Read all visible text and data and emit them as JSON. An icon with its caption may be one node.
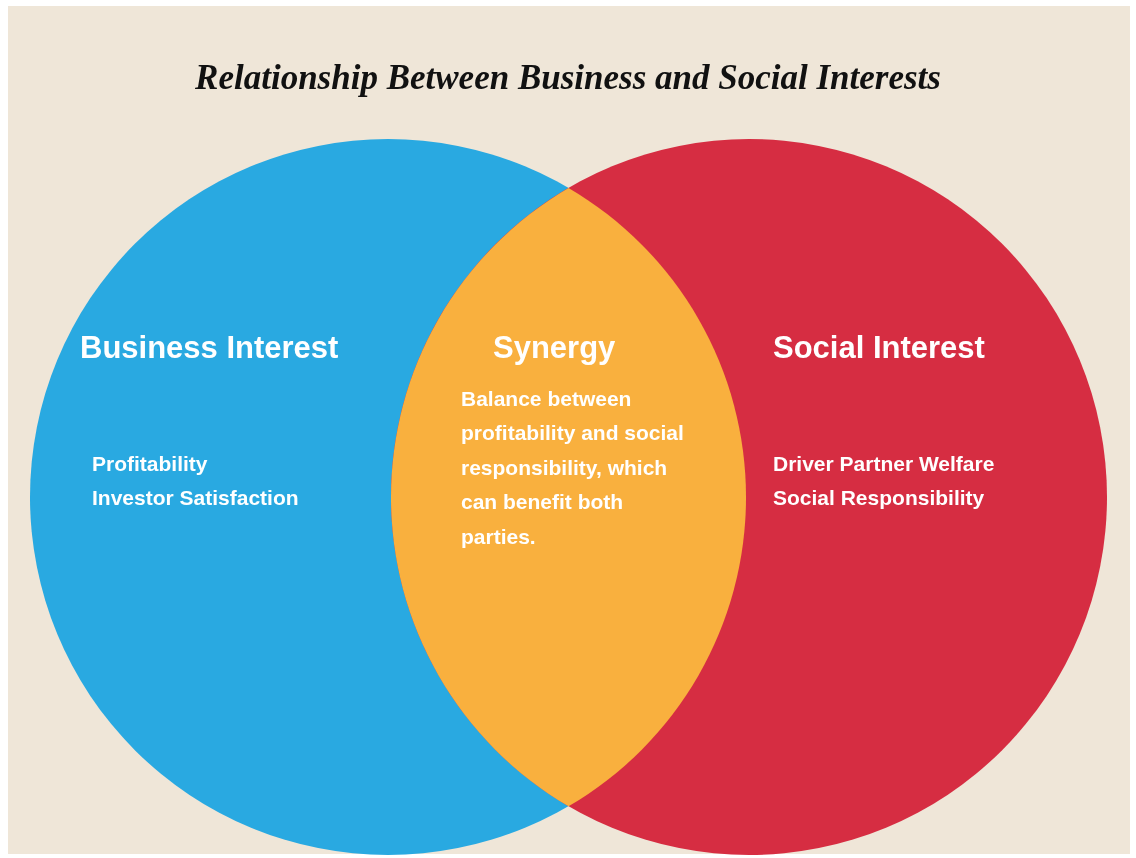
{
  "diagram": {
    "title": "Relationship Between Business and Social Interests",
    "nodes": [
      {
        "text": [
          "Business Interest",
          "Profitability",
          "Investor Satisfaction"
        ]
      },
      {
        "text": [
          "Social Interest",
          "Driver Partner Welfare",
          "Social Responsibility"
        ]
      },
      {
        "text": [
          "Synergy",
          "Balance between profitability and social responsibility, which can benefit both parties."
        ]
      }
    ]
  }
}
